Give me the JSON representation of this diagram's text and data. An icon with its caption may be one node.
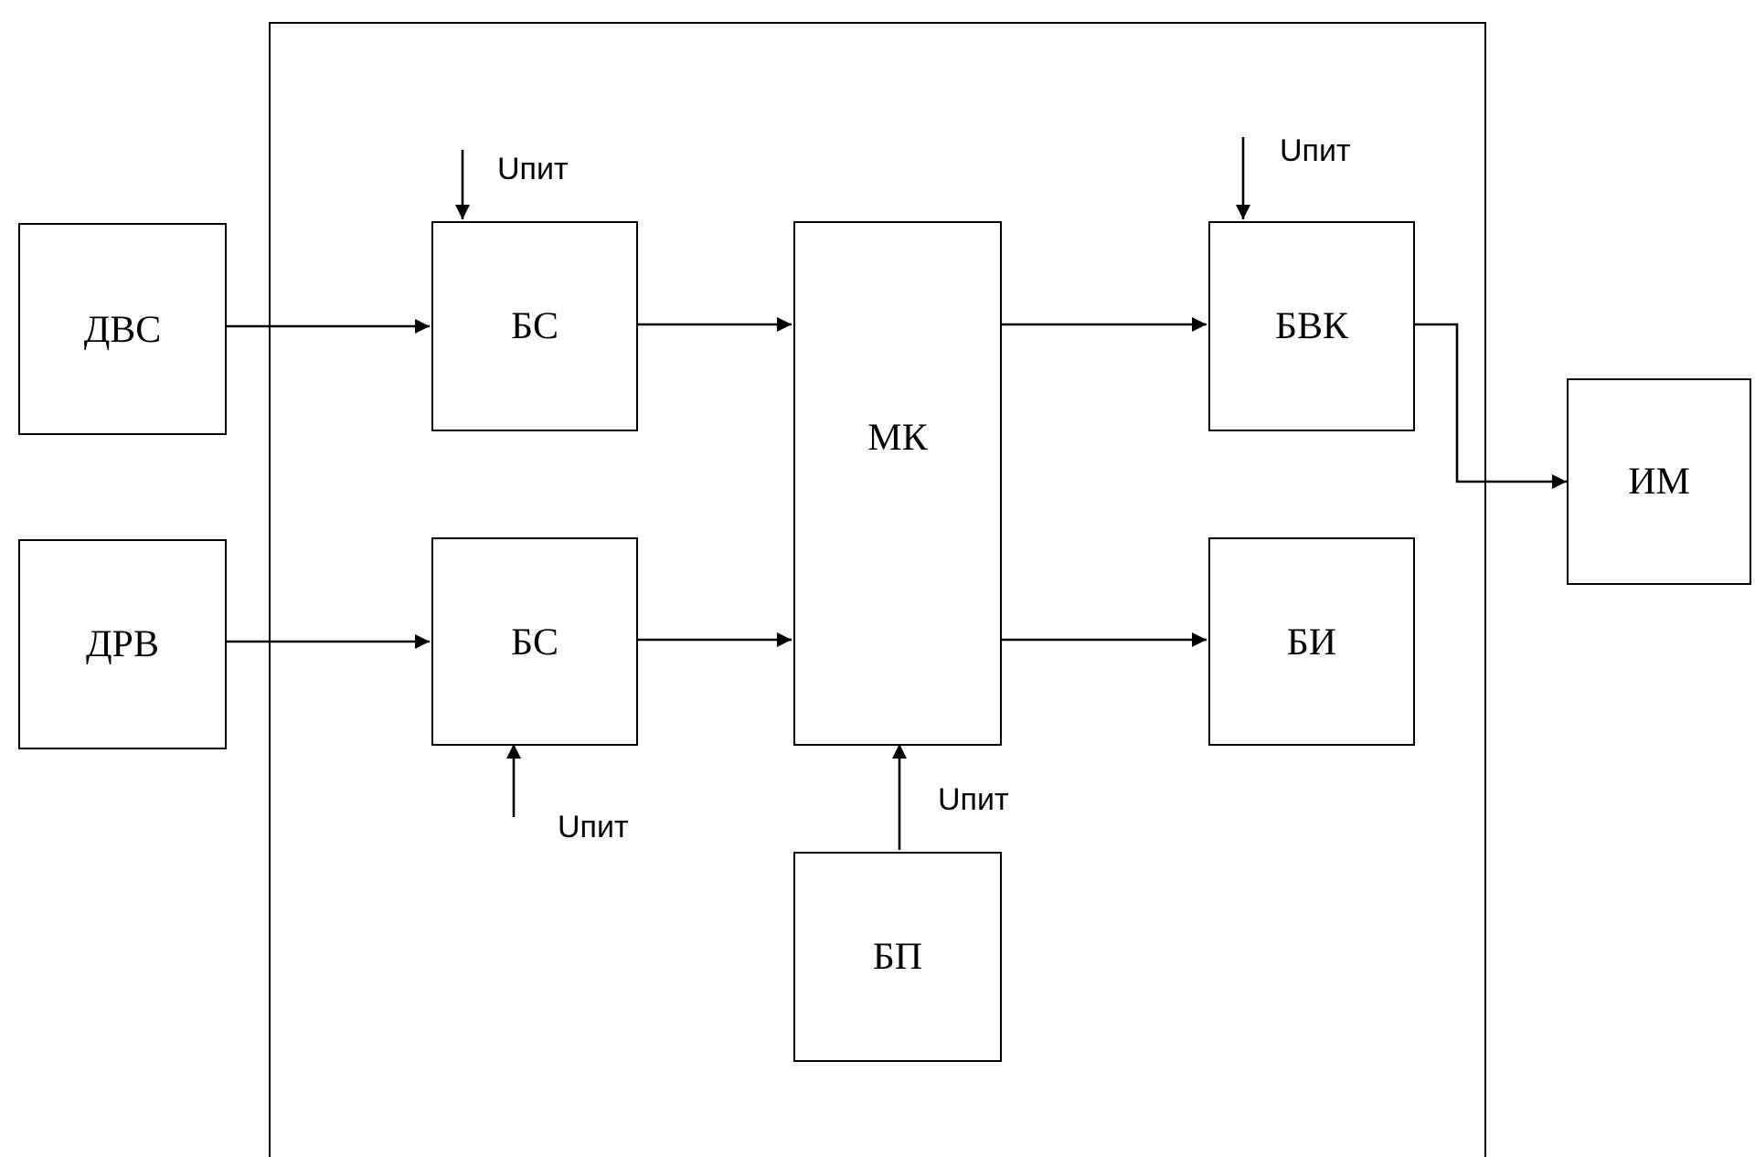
{
  "diagram": {
    "nodes": [
      {
        "text": [],
        "shape": "box"
      },
      {
        "text": [
          "ДВС"
        ]
      },
      {
        "text": [
          "ДРВ"
        ]
      },
      {
        "text": [
          "БС"
        ],
        "in": 0
      },
      {
        "text": [
          "БС"
        ],
        "in": 0
      },
      {
        "text": [
          "МК"
        ],
        "in": 0
      },
      {
        "text": [
          "БВК"
        ],
        "in": 0
      },
      {
        "text": [
          "БИ"
        ],
        "in": 0
      },
      {
        "text": [
          "БП"
        ],
        "in": 0
      },
      {
        "text": [
          "ИМ"
        ]
      }
    ],
    "edges": [
      {
        "from": 1,
        "to": 3,
        "arrow": "to"
      },
      {
        "from": 2,
        "to": 4,
        "arrow": "to"
      },
      {
        "from": 3,
        "to": 5,
        "arrow": "to"
      },
      {
        "from": 4,
        "to": 5,
        "arrow": "to"
      },
      {
        "from": 5,
        "to": 6,
        "arrow": "to"
      },
      {
        "from": 5,
        "to": 7,
        "arrow": "to"
      },
      {
        "from": 6,
        "to": 9,
        "arrow": "to"
      },
      {
        "from": null,
        "to": 3,
        "arrow": "to",
        "label": "Uпит"
      },
      {
        "from": null,
        "to": 4,
        "arrow": "to",
        "label": "Uпит"
      },
      {
        "from": 8,
        "to": 5,
        "arrow": "to",
        "label": "Uпит"
      },
      {
        "from": null,
        "to": 6,
        "arrow": "to",
        "label": "Uпит"
      }
    ]
  }
}
